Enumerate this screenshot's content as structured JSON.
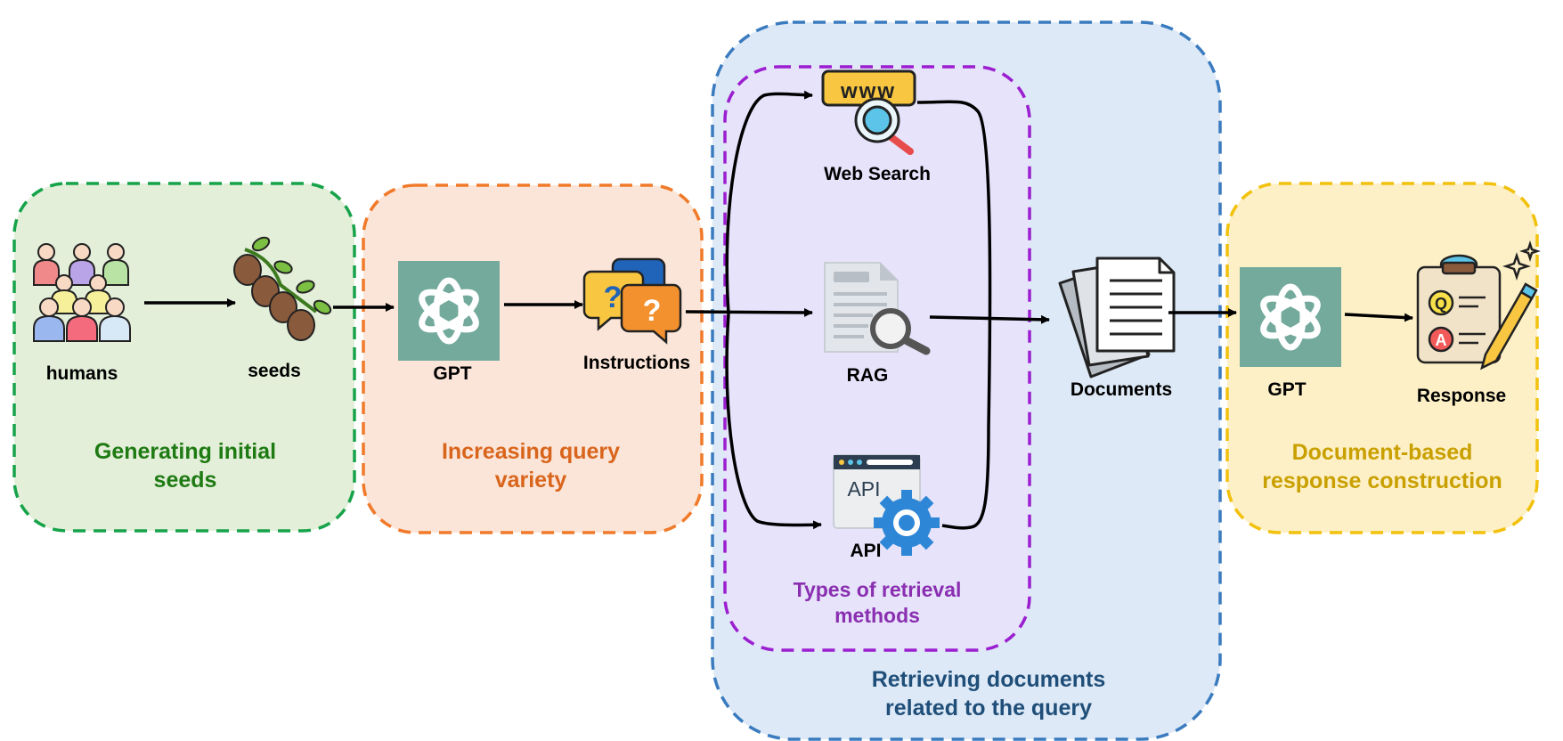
{
  "stages": {
    "seeds": {
      "title_line1": "Generating initial",
      "title_line2": "seeds",
      "color": "#1e7a12",
      "fill": "#e3efd9",
      "border": "#16a34a"
    },
    "variety": {
      "title_line1": "Increasing query",
      "title_line2": "variety",
      "color": "#d9651c",
      "fill": "#fbe5d8",
      "border": "#f07a2a"
    },
    "retrieval": {
      "title_line1": "Retrieving documents",
      "title_line2": "related to the query",
      "color": "#1f4e79",
      "fill": "#dde9f6",
      "border": "#3a7bbf"
    },
    "methods": {
      "title_line1": "Types of retrieval",
      "title_line2": "methods",
      "color": "#8a2fb0",
      "fill": "#e6e3fb",
      "border": "#9b1fd0"
    },
    "response": {
      "title_line1": "Document-based",
      "title_line2": "response construction",
      "color": "#c9a000",
      "fill": "#fdf0c6",
      "border": "#f2c10d"
    }
  },
  "nodes": {
    "humans": "humans",
    "seeds": "seeds",
    "gpt1": "GPT",
    "instructions": "Instructions",
    "web_search": "Web Search",
    "web_www": "www",
    "rag": "RAG",
    "api": "API",
    "api_icon_text": "API",
    "documents": "Documents",
    "gpt2": "GPT",
    "response": "Response",
    "qa_q": "Q",
    "qa_a": "A"
  },
  "colors": {
    "gpt_green": "#74aa9c",
    "arrow": "#000000"
  }
}
